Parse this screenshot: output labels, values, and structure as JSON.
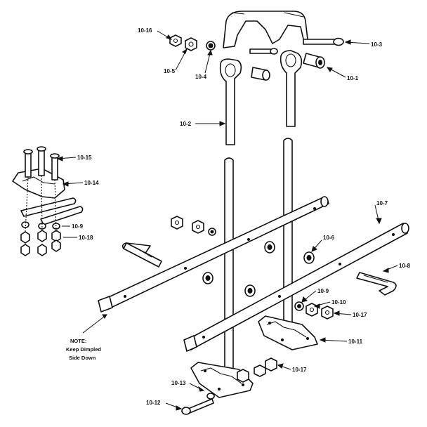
{
  "callouts": {
    "p10_1": "10-1",
    "p10_2": "10-2",
    "p10_3": "10-3",
    "p10_4": "10-4",
    "p10_5": "10-5",
    "p10_6": "10-6",
    "p10_7": "10-7",
    "p10_8": "10-8",
    "p10_9_left": "10-9",
    "p10_9": "10-9",
    "p10_10": "10-10",
    "p10_11": "10-11",
    "p10_12": "10-12",
    "p10_13": "10-13",
    "p10_14": "10-14",
    "p10_15": "10-15",
    "p10_16": "10-16",
    "p10_17_upper": "10-17",
    "p10_17_lower": "10-17",
    "p10_18": "10-18"
  },
  "note": {
    "line1": "NOTE:",
    "line2": "Keep Dimpled",
    "line3": "Side Down"
  }
}
